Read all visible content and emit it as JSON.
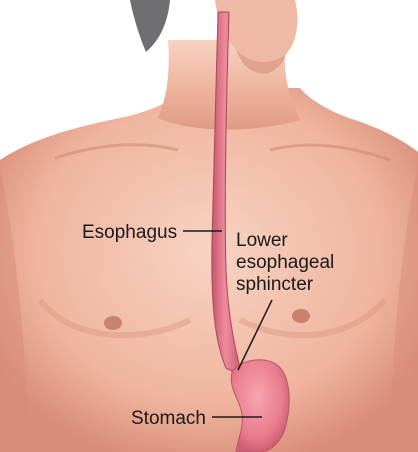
{
  "labels": {
    "esophagus": "Esophagus",
    "les_line1": "Lower",
    "les_line2": "esophageal",
    "les_line3": "sphincter",
    "stomach": "Stomach"
  },
  "colors": {
    "background": "#ffffff",
    "skin_light": "#f6c9b6",
    "skin_mid": "#e9a68f",
    "skin_shadow": "#c97e6a",
    "hair": "#6f6e70",
    "esophagus": "#e5768a",
    "stomach": "#f08a9a",
    "leader_line": "#1a1a1a"
  }
}
